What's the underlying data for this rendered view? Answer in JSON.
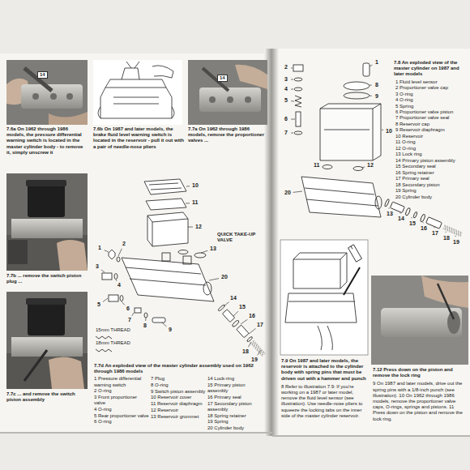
{
  "diagram": {
    "labels": [
      "7.6a On 1962 through 1986 models, the pressure differential warning switch is located in the master cylinder body - to remove it, simply unscrew it",
      "7.6b On 1987 and later models, the brake fluid level warning switch is located in the reservoir - pull it out with a pair of needle-nose pliers",
      "7.7a On 1962 through 1986 models, remove the proportioner valves ...",
      "7.7b ... remove the switch piston plug ...",
      "7.7c ... and remove the switch piston assembly",
      "7.7d An exploded view of the master cylinder assembly used on 1962 through 1986 models",
      "1 Pressure differential warning switch",
      "2 O-ring",
      "3 Front proportioner valve",
      "4 O-ring",
      "5 Rear proportioner valve",
      "6 O-ring",
      "7 Plug",
      "8 O-ring",
      "9 Switch piston assembly",
      "10 Reservoir cover",
      "11 Reservoir diaphragm",
      "12 Reservoir",
      "13 Reservoir grommet",
      "14 Lock-ring",
      "15 Primary piston assembly",
      "16 Primary seal",
      "17 Secondary piston assembly",
      "18 Spring retainer",
      "19 Spring",
      "20 Cylinder body",
      "QUICK TAKE-UP VALVE",
      "15mm THREAD",
      "18mm THREAD",
      "1",
      "2",
      "3",
      "4",
      "5",
      "6",
      "7",
      "8",
      "9",
      "10",
      "11",
      "12",
      "13",
      "14",
      "15",
      "16",
      "17",
      "18",
      "19",
      "20",
      "7.8 An exploded view of the master cylinder on 1987 and later models",
      "1 Fluid level sensor",
      "2 Proportioner valve cap",
      "3 O-ring",
      "4 O-ring",
      "5 Spring",
      "6 Proportioner valve piston",
      "7 Proportioner valve seal",
      "8 Reservoir cap",
      "9 Reservoir diaphragm",
      "10 Reservoir",
      "11 O-ring",
      "12 O-ring",
      "13 Lock ring",
      "14 Primary piston assembly",
      "15 Secondary seal",
      "16 Spring retainer",
      "17 Primary seal",
      "18 Secondary piston",
      "19 Spring",
      "20 Cylinder body",
      "1",
      "2",
      "3",
      "4",
      "5",
      "6",
      "7",
      "8",
      "9",
      "10",
      "11",
      "12",
      "13",
      "14",
      "15",
      "16",
      "17",
      "18",
      "19",
      "20",
      "7.9 On 1987 and later models, the reservoir is attached to the cylinder body with spring pins that must be driven out with a hammer and punch",
      "7.12 Press down on the piston and remove the lock ring",
      "8 Refer to illustration 7.9: If you're working on a 1987 or later model, remove the fluid level sensor (see illustration). Use needle-nose pliers to squeeze the locking tabs on the inner side of the master cylinder reservoir.",
      "9 On 1987 and later models, drive out the spring pins with a 1/8-inch punch (see illustration). 10 On 1962 through 1986 models, remove the proportioner valve caps, O-rings, springs and pistons. 11 Press down on the piston and remove the lock ring.",
      "14",
      "14"
    ]
  }
}
